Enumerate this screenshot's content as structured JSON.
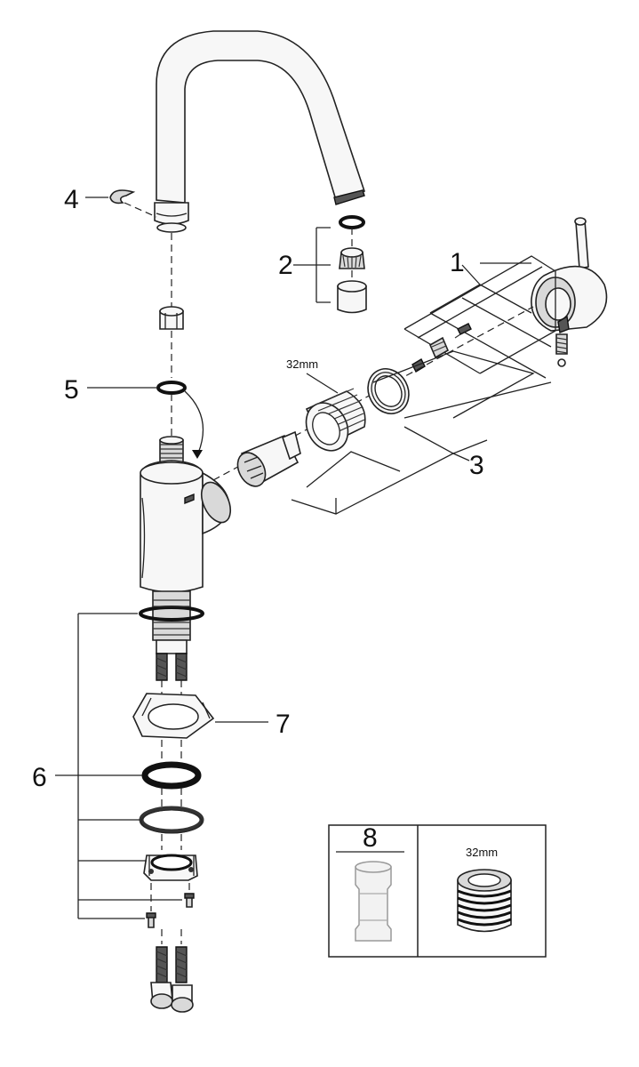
{
  "callouts": {
    "c1": "1",
    "c2": "2",
    "c3": "3",
    "c4": "4",
    "c5": "5",
    "c6": "6",
    "c7": "7",
    "c8": "8"
  },
  "dimensions": {
    "cartridge_thread": "32mm",
    "inset_thread": "32mm"
  }
}
